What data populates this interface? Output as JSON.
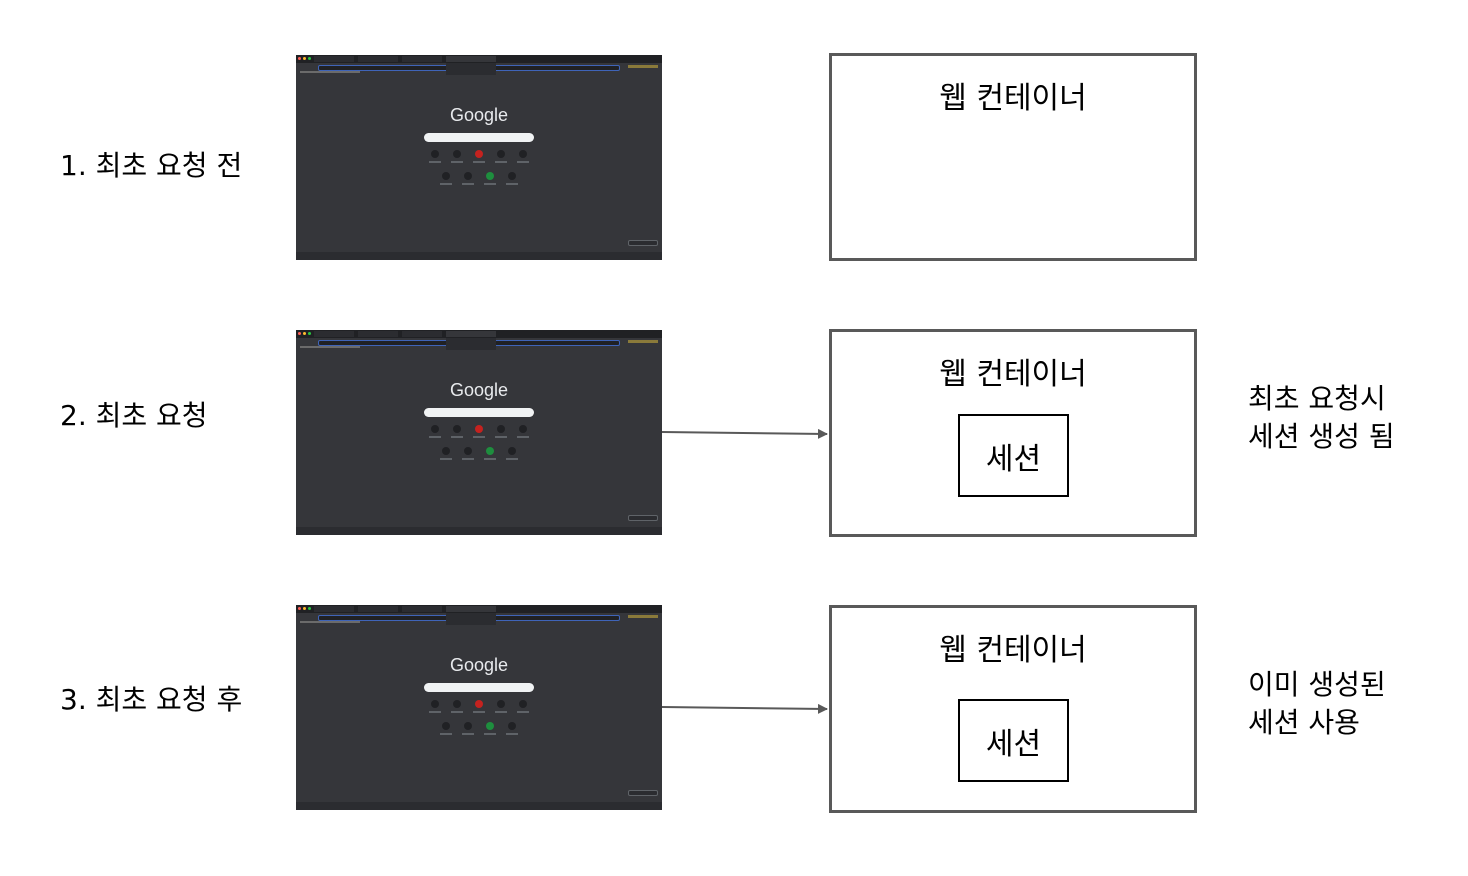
{
  "steps": [
    {
      "label": "1. 최초 요청 전",
      "container_title": "웹 컨테이너",
      "session": "",
      "note_lines": []
    },
    {
      "label": "2. 최초 요청",
      "container_title": "웹 컨테이너",
      "session": "세션",
      "note_lines": [
        "최초 요청시",
        "세션 생성 됨"
      ]
    },
    {
      "label": "3. 최초 요청 후",
      "container_title": "웹 컨테이너",
      "session": "세션",
      "note_lines": [
        "이미 생성된",
        "세션 사용"
      ]
    }
  ],
  "screenshot": {
    "logo": "Google",
    "theme": "dark",
    "bg_color": "#35363a"
  },
  "colors": {
    "box_border": "#595959",
    "arrow": "#595959"
  }
}
